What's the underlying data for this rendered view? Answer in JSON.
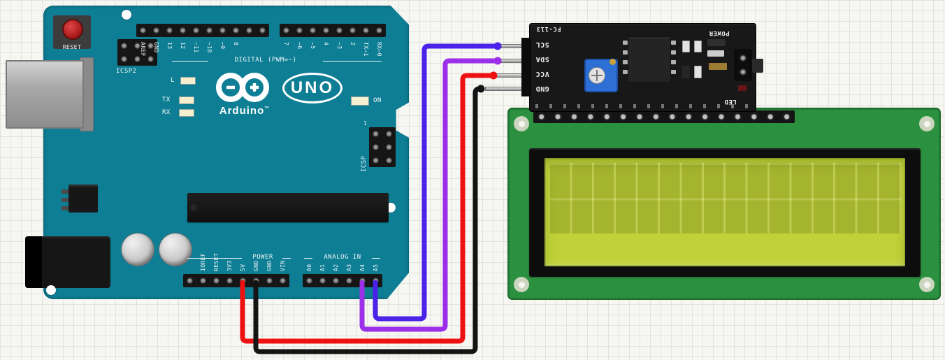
{
  "arduino": {
    "reset_label": "RESET",
    "icsp2_label": "ICSP2",
    "icsp_label": "ICSP",
    "icsp_pin1_label": "1",
    "digital_section_label": "DIGITAL (PWM=~)",
    "digital_pins": [
      "AREF",
      "GND",
      "13",
      "12",
      "~11",
      "~10",
      "~9",
      "8",
      "7",
      "~6",
      "~5",
      "4",
      "~3",
      "2",
      "TX→1",
      "RX←0"
    ],
    "led_l_label": "L",
    "led_tx_label": "TX",
    "led_rx_label": "RX",
    "led_on_label": "ON",
    "brand": "Arduino",
    "brand_tm": "™",
    "model": "UNO",
    "power_section_label": "POWER",
    "power_pins": [
      "IOREF",
      "RESET",
      "3V3",
      "5V",
      "GND",
      "GND",
      "VIN"
    ],
    "analog_section_label": "ANALOG IN",
    "analog_pins": [
      "A0",
      "A1",
      "A2",
      "A3",
      "A4",
      "A5"
    ]
  },
  "i2c_backpack": {
    "model_label": "FC-113",
    "power_label": "POWER",
    "led_label": "LED",
    "pins": [
      "SCL",
      "SDA",
      "VCC",
      "GND"
    ]
  },
  "wires": [
    {
      "id": "scl",
      "color": "#4b22e8",
      "from": "I2C SCL",
      "to": "Arduino A5"
    },
    {
      "id": "sda",
      "color": "#9b30e8",
      "from": "I2C SDA",
      "to": "Arduino A4"
    },
    {
      "id": "vcc",
      "color": "#ee1111",
      "from": "I2C VCC",
      "to": "Arduino 5V"
    },
    {
      "id": "gnd",
      "color": "#141414",
      "from": "I2C GND",
      "to": "Arduino GND"
    }
  ],
  "colors": {
    "arduino_teal": "#0e7e95",
    "lcd_pcb_green": "#2b9140",
    "lcd_screen_green": "#bfd138",
    "backpack_black": "#181818"
  }
}
